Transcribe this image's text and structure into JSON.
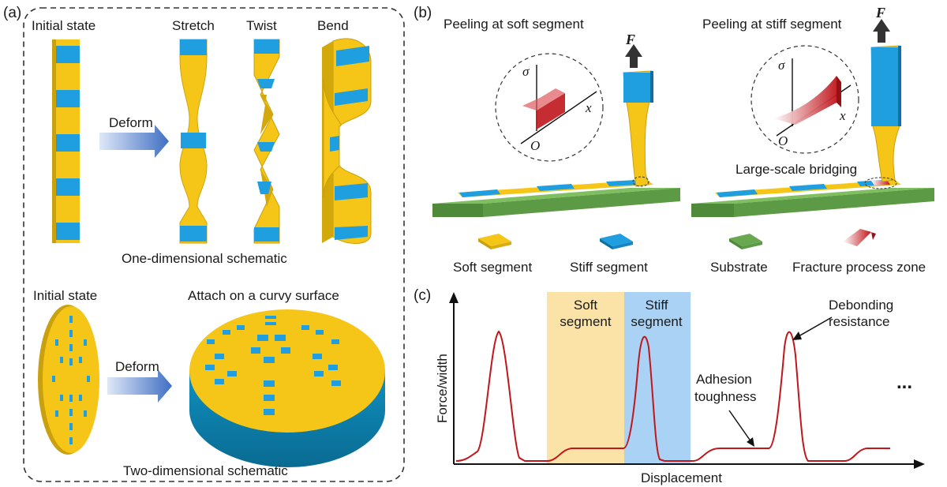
{
  "panel_a": {
    "label": "(a)",
    "one_d": {
      "initial_state": "Initial state",
      "stretch": "Stretch",
      "twist": "Twist",
      "bend": "Bend",
      "deform": "Deform",
      "caption": "One-dimensional schematic"
    },
    "two_d": {
      "initial_state": "Initial state",
      "attach": "Attach on a curvy surface",
      "deform": "Deform",
      "caption": "Two-dimensional schematic"
    }
  },
  "panel_b": {
    "label": "(b)",
    "left_title": "Peeling at soft segment",
    "right_title": "Peeling at stiff segment",
    "force": "F",
    "sigma": "σ",
    "x_axis": "x",
    "origin": "O",
    "bridging": "Large-scale bridging",
    "legend": {
      "soft": "Soft segment",
      "stiff": "Stiff segment",
      "substrate": "Substrate",
      "fpz": "Fracture process zone"
    }
  },
  "panel_c": {
    "label": "(c)",
    "soft_region": [
      "Soft",
      "segment"
    ],
    "stiff_region": [
      "Stiff",
      "segment"
    ],
    "adhesion": [
      "Adhesion",
      "toughness"
    ],
    "debonding": [
      "Debonding",
      "resistance"
    ],
    "ellipsis": "...",
    "xlabel": "Displacement",
    "ylabel": "Force/width"
  },
  "colors": {
    "soft": "#f5c518",
    "stiff": "#1f9fe0",
    "substrate": "#6aa84f",
    "curve": "#c0161c",
    "soft_band": "#fbe3a8",
    "stiff_band": "#a9d2f5",
    "arrow_blue": "#4a79c6"
  }
}
